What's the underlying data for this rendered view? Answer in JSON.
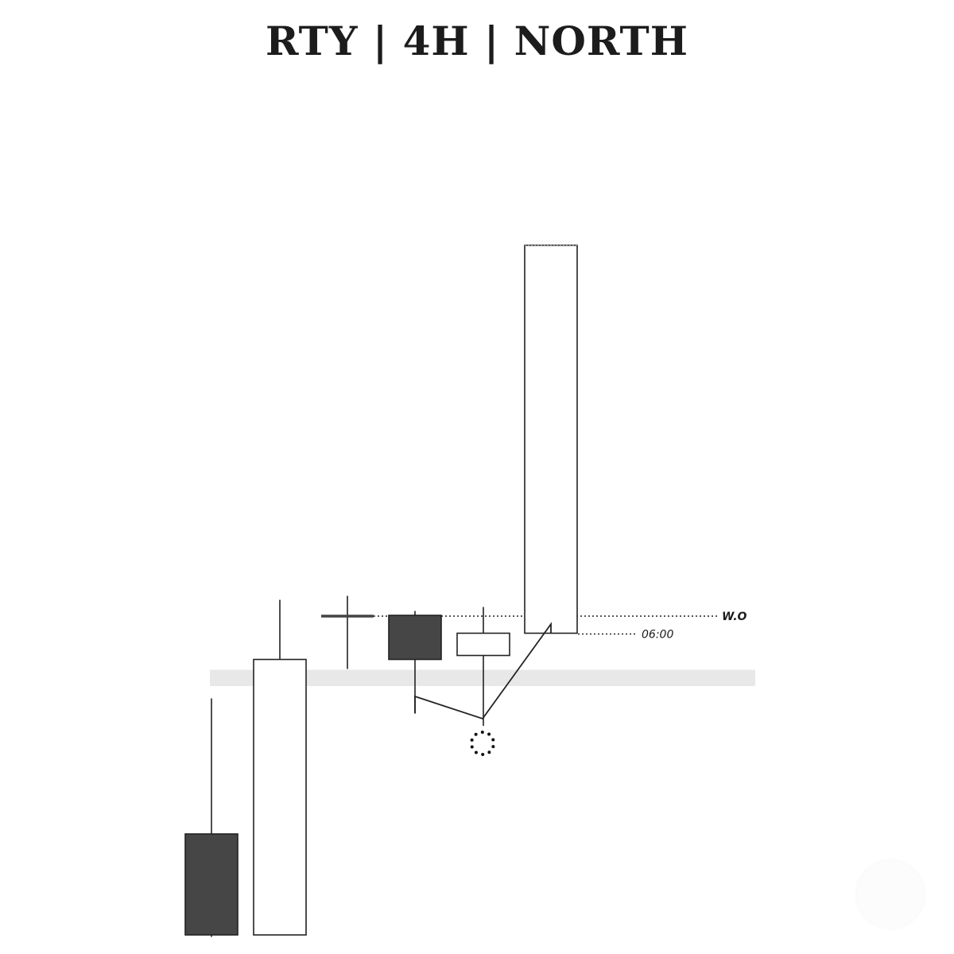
{
  "chart_data": {
    "type": "candlestick",
    "title": "RTY | 4H | NORTH",
    "xlabel": "",
    "ylabel": "",
    "ylim": [
      0,
      100
    ],
    "grid": false,
    "colors": {
      "bearish": "#464646",
      "bullish": "#ffffff",
      "outline": "#222222",
      "zone": "#e8e8e8"
    },
    "candles": [
      {
        "open": 25.4,
        "close": 0.0,
        "high": 59.5,
        "low": -0.5,
        "color": "bearish"
      },
      {
        "open": 0.0,
        "close": 69.3,
        "high": 84.3,
        "low": 0.0,
        "color": "bullish"
      },
      {
        "open": 80.2,
        "close": 80.2,
        "high": 85.3,
        "low": 66.9,
        "color": "doji"
      },
      {
        "open": 80.4,
        "close": 69.3,
        "high": 81.5,
        "low": 55.7,
        "color": "bearish"
      },
      {
        "open": 70.3,
        "close": 75.9,
        "high": 82.5,
        "low": 52.6,
        "color": "bullish"
      },
      {
        "open": 75.9,
        "close": 173.5,
        "high": 173.5,
        "low": 75.9,
        "color": "bullish"
      }
    ],
    "zone": {
      "from": 62.6,
      "to": 66.7
    },
    "levels": [
      {
        "label": "W.O",
        "value": 80.2,
        "style": "dotted"
      },
      {
        "label": "06:00",
        "value": 75.9,
        "style": "dotted"
      }
    ],
    "annotations": {
      "connector": true,
      "dotted_circle": true
    }
  }
}
